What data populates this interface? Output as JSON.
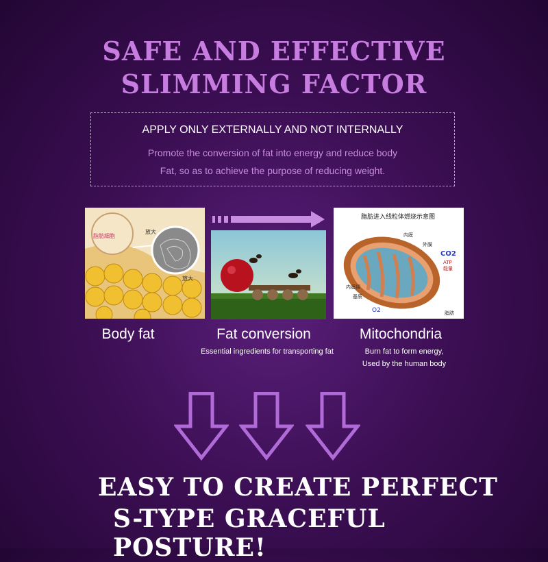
{
  "title": {
    "line1": "SAFE AND EFFECTIVE",
    "line2": "SLIMMING FACTOR"
  },
  "box": {
    "heading": "APPLY ONLY EXTERNALLY AND NOT INTERNALLY",
    "line1": "Promote the conversion of fat into energy and reduce body",
    "line2": "Fat, so as to achieve the purpose of reducing weight."
  },
  "panels": [
    {
      "caption": "Body fat",
      "labels": [
        "脂肪細胞",
        "放大",
        "放大"
      ]
    },
    {
      "caption": "Fat conversion",
      "sub1": "Essential ingredients for transporting fat"
    },
    {
      "caption": "Mitochondria",
      "sub1": "Burn fat to form energy,",
      "sub2": "Used by the human body",
      "diagram_title": "脂肪进入线粒体燃烧示意图",
      "labels": [
        "内膜",
        "外膜",
        "CO2",
        "ATP",
        "能量",
        "内膜褶",
        "基质",
        "O2",
        "脂肪"
      ]
    }
  ],
  "bottom": {
    "line1": "EASY TO CREATE PERFECT",
    "line2": "S-TYPE GRACEFUL POSTURE!"
  },
  "colors": {
    "accent": "#c77ce0",
    "arrow": "#b06bd8"
  }
}
